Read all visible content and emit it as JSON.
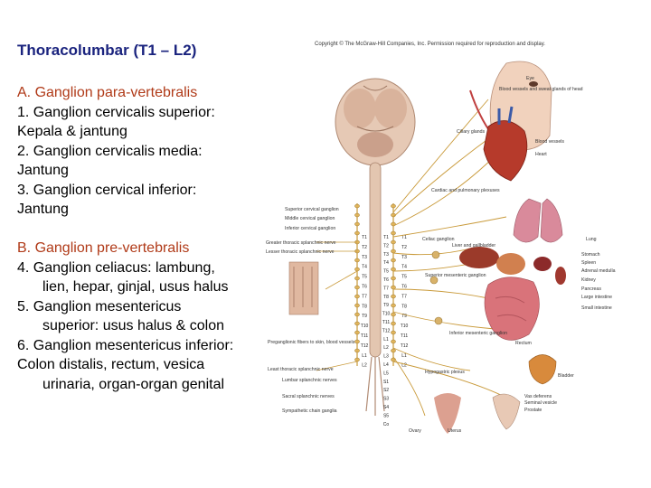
{
  "slide": {
    "title": "Thoracolumbar (T1 – L2)",
    "section_a": {
      "heading": "A. Ganglion para-vertebralis",
      "lines": [
        "1. Ganglion cervicalis superior:",
        "Kepala & jantung",
        "2. Ganglion cervicalis media:",
        "Jantung",
        "3. Ganglion cervical inferior:",
        "Jantung"
      ]
    },
    "section_b": {
      "heading": "B. Ganglion pre-vertebralis",
      "lines": [
        "4. Ganglion celiacus: lambung,",
        "lien, hepar, ginjal, usus halus",
        "5. Ganglion mesentericus",
        "superior: usus halus & colon",
        "6. Ganglion mesentericus inferior:",
        "Colon distalis, rectum, vesica",
        "urinaria, organ-organ genital"
      ]
    }
  },
  "figure": {
    "copyright": "Copyright © The McGraw-Hill Companies, Inc. Permission required for reproduction and display.",
    "left_labels": [
      "Superior cervical ganglion",
      "Middle cervical ganglion",
      "Inferior cervical ganglion",
      "Greater thoracic splanchnic nerve",
      "Lesser thoracic splanchnic nerve",
      "Preganglionic fibers to skin, blood vessels",
      "Least thoracic splanchnic nerve",
      "Lumbar splanchnic nerves",
      "Sacral splanchnic nerves",
      "Sympathetic chain ganglia"
    ],
    "middle_labels": [
      "Ciliary glands",
      "Cardiac and pulmonary plexuses",
      "Celiac ganglion",
      "Liver and gallbladder",
      "Superior mesenteric ganglion",
      "Inferior mesenteric ganglion",
      "Hypogastric plexus",
      "Ovary",
      "Uterus"
    ],
    "right_labels": [
      "Eye",
      "Blood vessels and sweat glands of head",
      "Blood vessels",
      "Heart",
      "Lung",
      "Stomach",
      "Spleen",
      "Adrenal medulla",
      "Kidney",
      "Pancreas",
      "Large intestine",
      "Small intestine",
      "Rectum",
      "Bladder",
      "Vas deferens",
      "Seminal vesicle",
      "Prostate"
    ],
    "segments_left": [
      "T1",
      "T2",
      "T3",
      "T4",
      "T5",
      "T6",
      "T7",
      "T8",
      "T9",
      "T10",
      "T11",
      "T12",
      "L1",
      "L2"
    ],
    "segments_center": [
      "T1",
      "T2",
      "T3",
      "T4",
      "T5",
      "T6",
      "T7",
      "T8",
      "T9",
      "T10",
      "T11",
      "T12",
      "L1",
      "L2",
      "L3",
      "L4",
      "L5",
      "S1",
      "S2",
      "S3",
      "S4",
      "S5",
      "Co"
    ],
    "segments_right": [
      "T1",
      "T2",
      "T3",
      "T4",
      "T5",
      "T6",
      "T7",
      "T8",
      "T9",
      "T10",
      "T11",
      "T12",
      "L1",
      "L2"
    ]
  }
}
